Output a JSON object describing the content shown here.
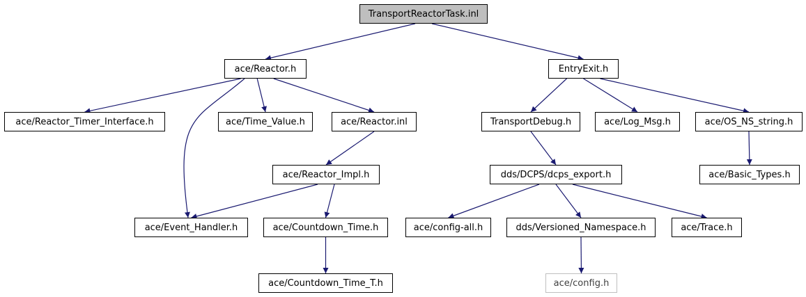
{
  "colors": {
    "edge": "#191970",
    "root_fill": "#bfbfbf",
    "missing_border": "#bfbfbf"
  },
  "nodes": {
    "root": "TransportReactorTask.inl",
    "reactor_h": "ace/Reactor.h",
    "entryexit_h": "EntryExit.h",
    "reactor_timer_interface_h": "ace/Reactor_Timer_Interface.h",
    "time_value_h": "ace/Time_Value.h",
    "reactor_inl": "ace/Reactor.inl",
    "transportdebug_h": "TransportDebug.h",
    "log_msg_h": "ace/Log_Msg.h",
    "os_ns_string_h": "ace/OS_NS_string.h",
    "reactor_impl_h": "ace/Reactor_Impl.h",
    "dcps_export_h": "dds/DCPS/dcps_export.h",
    "basic_types_h": "ace/Basic_Types.h",
    "event_handler_h": "ace/Event_Handler.h",
    "countdown_time_h": "ace/Countdown_Time.h",
    "config_all_h": "ace/config-all.h",
    "versioned_namespace_h": "dds/Versioned_Namespace.h",
    "trace_h": "ace/Trace.h",
    "countdown_time_t_h": "ace/Countdown_Time_T.h",
    "config_h": "ace/config.h"
  },
  "edges": [
    [
      "root",
      "reactor_h"
    ],
    [
      "root",
      "entryexit_h"
    ],
    [
      "reactor_h",
      "reactor_timer_interface_h"
    ],
    [
      "reactor_h",
      "time_value_h"
    ],
    [
      "reactor_h",
      "reactor_inl"
    ],
    [
      "reactor_h",
      "event_handler_h"
    ],
    [
      "reactor_inl",
      "reactor_impl_h"
    ],
    [
      "reactor_impl_h",
      "event_handler_h"
    ],
    [
      "reactor_impl_h",
      "countdown_time_h"
    ],
    [
      "countdown_time_h",
      "countdown_time_t_h"
    ],
    [
      "entryexit_h",
      "transportdebug_h"
    ],
    [
      "entryexit_h",
      "log_msg_h"
    ],
    [
      "entryexit_h",
      "os_ns_string_h"
    ],
    [
      "os_ns_string_h",
      "basic_types_h"
    ],
    [
      "transportdebug_h",
      "dcps_export_h"
    ],
    [
      "dcps_export_h",
      "config_all_h"
    ],
    [
      "dcps_export_h",
      "versioned_namespace_h"
    ],
    [
      "dcps_export_h",
      "trace_h"
    ],
    [
      "versioned_namespace_h",
      "config_h"
    ]
  ]
}
